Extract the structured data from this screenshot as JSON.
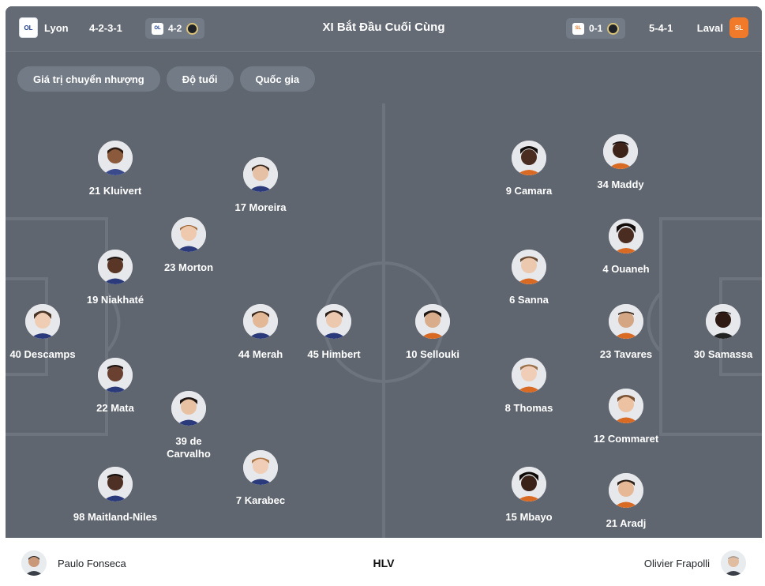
{
  "header": {
    "title": "XI Bắt Đầu Cuối Cùng",
    "home": {
      "name": "Lyon",
      "formation": "4-2-3-1",
      "crest_text": "OL",
      "form_result": "4-2"
    },
    "away": {
      "name": "Laval",
      "formation": "5-4-1",
      "crest_text": "SL",
      "form_result": "0-1"
    }
  },
  "filters": [
    {
      "label": "Giá trị chuyển nhượng"
    },
    {
      "label": "Độ tuổi"
    },
    {
      "label": "Quốc gia"
    }
  ],
  "home_players": [
    {
      "name": "21 Kluivert"
    },
    {
      "name": "17 Moreira"
    },
    {
      "name": "23 Morton"
    },
    {
      "name": "19 Niakhaté"
    },
    {
      "name": "40 Descamps"
    },
    {
      "name": "44 Merah"
    },
    {
      "name": "45 Himbert"
    },
    {
      "name": "22 Mata"
    },
    {
      "name": "39 de Carvalho"
    },
    {
      "name": "7 Karabec"
    },
    {
      "name": "98 Maitland-Niles"
    }
  ],
  "away_players": [
    {
      "name": "10 Sellouki"
    },
    {
      "name": "9 Camara"
    },
    {
      "name": "34 Maddy"
    },
    {
      "name": "4 Ouaneh"
    },
    {
      "name": "6 Sanna"
    },
    {
      "name": "23 Tavares"
    },
    {
      "name": "30 Samassa"
    },
    {
      "name": "8 Thomas"
    },
    {
      "name": "12 Commaret"
    },
    {
      "name": "15 Mbayo"
    },
    {
      "name": "21 Aradj"
    }
  ],
  "footer": {
    "home_coach": "Paulo Fonseca",
    "center_label": "HLV",
    "away_coach": "Olivier Frapolli"
  },
  "colors": {
    "pitch": "#5f6670",
    "header": "#646b75",
    "chip": "#737b86",
    "laval_orange": "#f07a2a",
    "lyon_blue": "#1a3a8c"
  },
  "icons": {
    "home_crest": "lyon-crest-icon",
    "away_crest": "laval-crest-icon",
    "player_photo": "player-avatar-icon",
    "coach_photo": "coach-avatar-icon"
  }
}
